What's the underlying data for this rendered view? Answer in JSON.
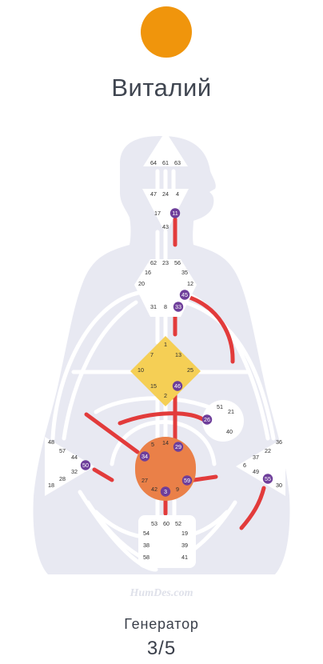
{
  "user": {
    "name": "Виталий",
    "avatar_color": "#F0950C"
  },
  "chart": {
    "watermark": "HumDes.com",
    "type": "Генератор",
    "profile": "3/5",
    "colors": {
      "body": "#e8e9f2",
      "channel_inactive": "#ffffff",
      "channel_active": "#e23b3b",
      "center_defined_sacral": "#ea8048",
      "center_defined_g": "#f5cf55",
      "center_open": "#ffffff",
      "gate_marker": "#6e3e9a"
    },
    "centers": {
      "head": [
        "64",
        "61",
        "63"
      ],
      "ajna": [
        "47",
        "24",
        "4",
        "17",
        "11",
        "43"
      ],
      "throat": [
        "62",
        "23",
        "56",
        "16",
        "35",
        "20",
        "12",
        "45",
        "31",
        "8",
        "33"
      ],
      "g": [
        "1",
        "7",
        "13",
        "10",
        "25",
        "15",
        "46",
        "2"
      ],
      "heart": [
        "51",
        "21",
        "26",
        "40"
      ],
      "spleen": [
        "48",
        "57",
        "44",
        "50",
        "32",
        "28",
        "18"
      ],
      "sacral": [
        "5",
        "14",
        "29",
        "34",
        "27",
        "59",
        "42",
        "3",
        "9"
      ],
      "solar": [
        "36",
        "22",
        "37",
        "6",
        "49",
        "55",
        "30"
      ],
      "root": [
        "53",
        "60",
        "52",
        "54",
        "19",
        "38",
        "39",
        "58",
        "41"
      ]
    },
    "active_gates": [
      "11",
      "45",
      "33",
      "46",
      "26",
      "29",
      "34",
      "50",
      "59",
      "3",
      "55"
    ]
  }
}
